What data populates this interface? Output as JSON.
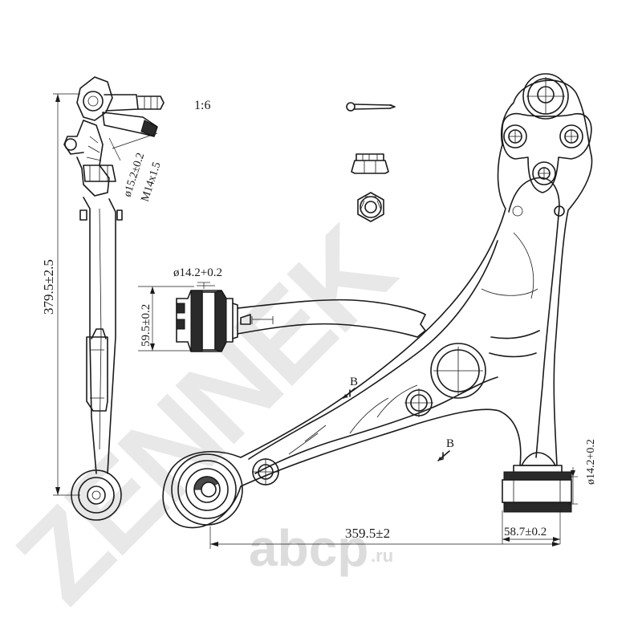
{
  "scale": "1:6",
  "dimensions": {
    "overall_height": "379.5±2.5",
    "overall_length": "359.5±2",
    "front_bushing_length": "59.5±0.2",
    "front_bushing_diameter": "ø14.2+0.2",
    "rear_bushing_length": "58.7±0.2",
    "rear_bushing_diameter": "ø14.2+0.2",
    "ball_pin_diameter": "ø15.2±0.2",
    "ball_pin_thread": "M14x1.5"
  },
  "section_marks": [
    "B",
    "B"
  ],
  "watermarks": {
    "brand": "ZENNEK",
    "site_name": "abcp",
    "site_tld": ".ru"
  },
  "colors": {
    "line": "#1a1a1a",
    "watermark": "#e6e6e6"
  }
}
